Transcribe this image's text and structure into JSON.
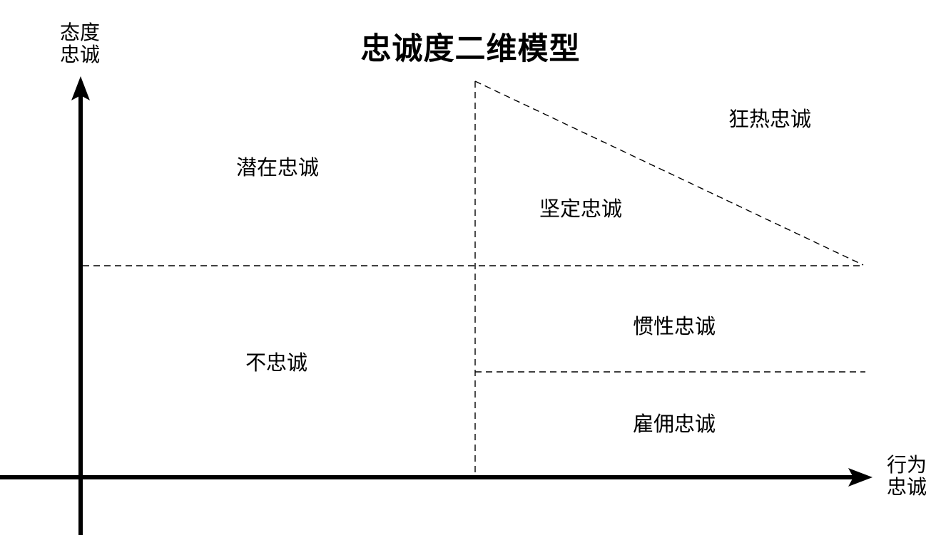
{
  "title": "忠诚度二维模型",
  "axes": {
    "y_label_line1": "态度",
    "y_label_line2": "忠诚",
    "x_label_line1": "行为",
    "x_label_line2": "忠诚"
  },
  "regions": {
    "latent": "潜在忠诚",
    "fanatic": "狂热忠诚",
    "steadfast": "坚定忠诚",
    "inertial": "惯性忠诚",
    "mercenary": "雇佣忠诚",
    "disloyal": "不忠诚"
  },
  "colors": {
    "line": "#000000",
    "text": "#000000",
    "background": "#ffffff"
  }
}
